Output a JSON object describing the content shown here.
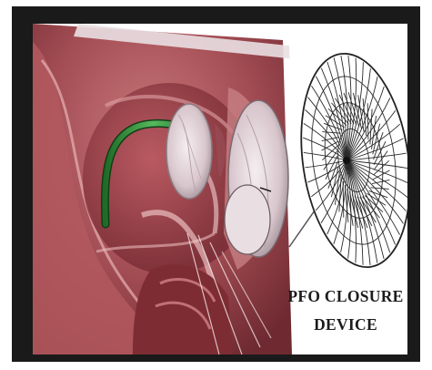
{
  "image": {
    "subject": "medical illustration of heart with catheter and closure device",
    "caption_line1": "PFO CLOSURE",
    "caption_line2": "DEVICE"
  },
  "colors": {
    "frame": "#1a1a1a",
    "tissue_dark": "#8f3a3f",
    "tissue_mid": "#b9626a",
    "tissue_light": "#e2a6a6",
    "catheter": "#2f8a36",
    "device_line": "#2a2a2a"
  }
}
